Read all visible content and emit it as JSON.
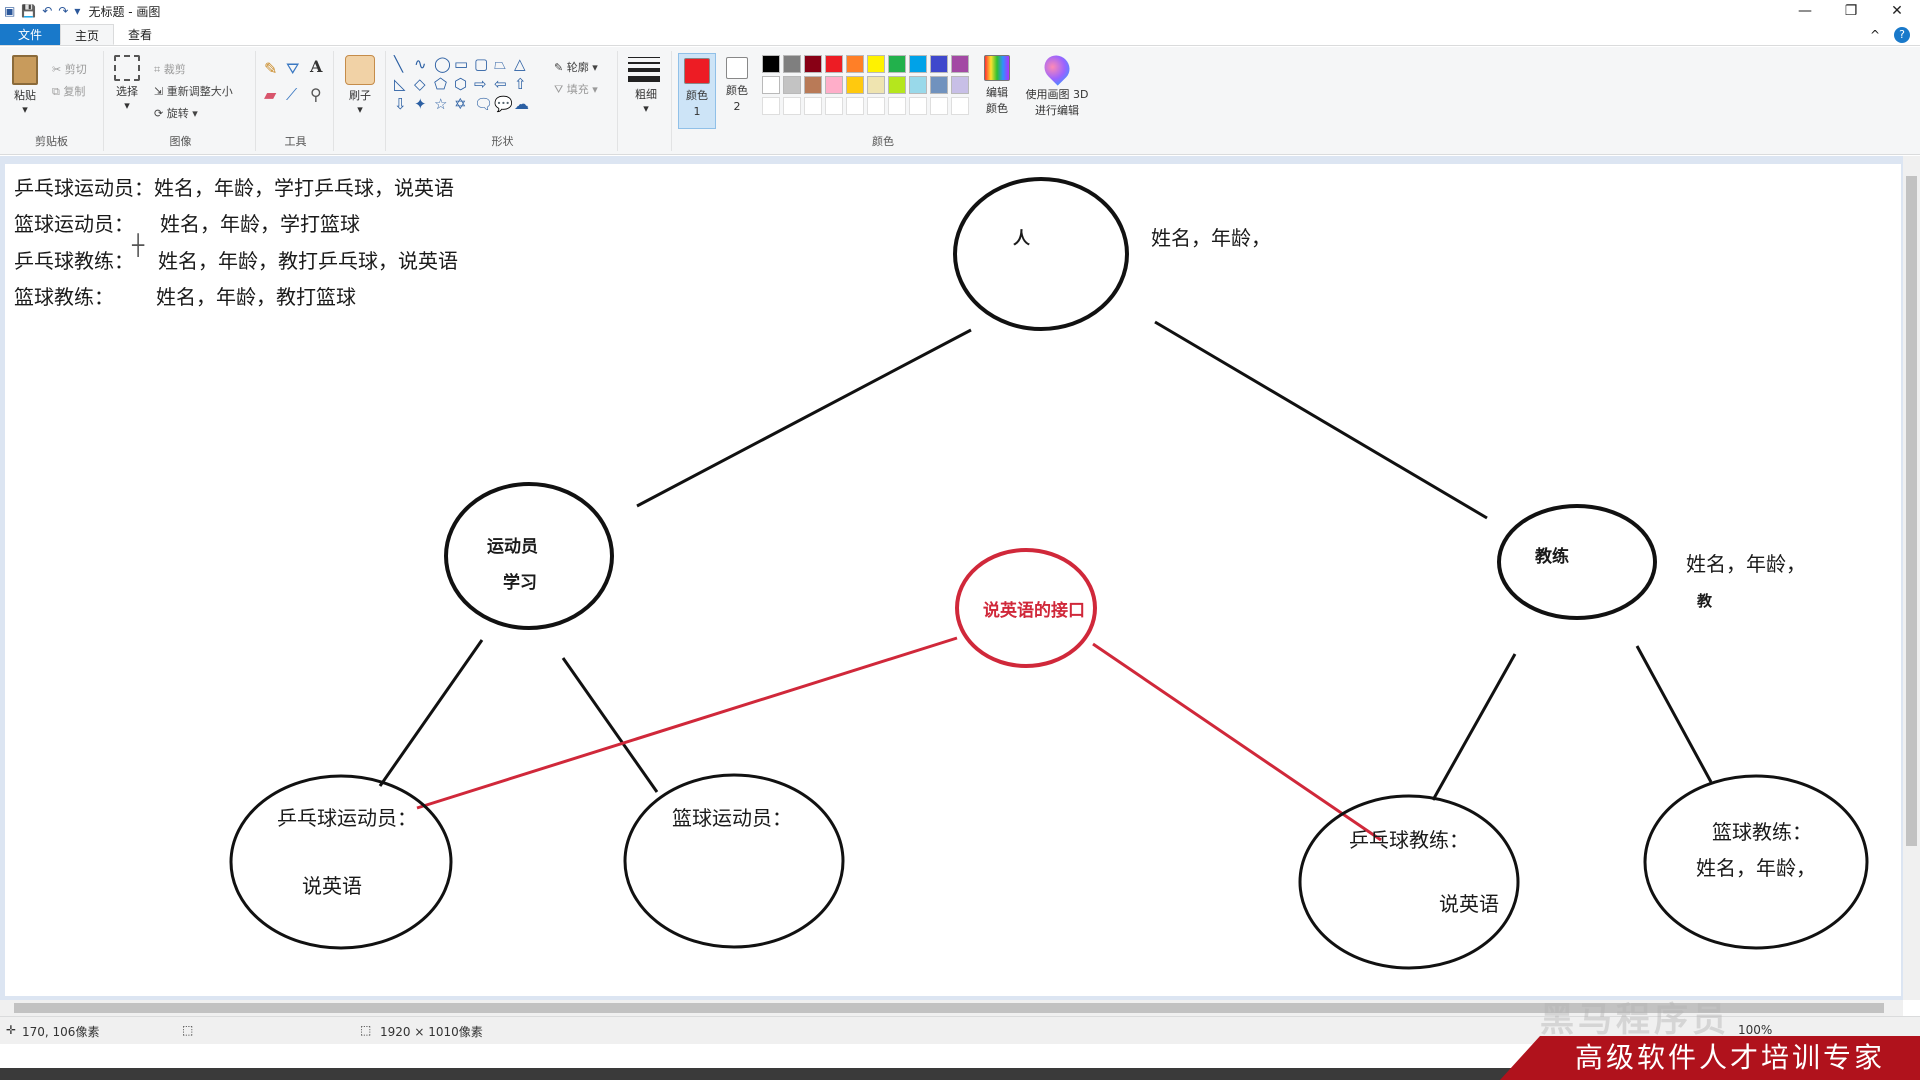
{
  "window": {
    "title": "无标题 - 画图",
    "minimize": "—",
    "maximize": "❐",
    "close": "✕"
  },
  "tabs": {
    "file": "文件",
    "home": "主页",
    "view": "查看",
    "help": "?",
    "collapse": "^"
  },
  "ribbon": {
    "clipboard": {
      "label": "剪贴板",
      "paste": "粘贴",
      "cut": "剪切",
      "copy": "复制"
    },
    "image": {
      "label": "图像",
      "select": "选择",
      "crop": "裁剪",
      "resize": "重新调整大小",
      "rotate": "旋转"
    },
    "tools": {
      "label": "工具"
    },
    "brush": {
      "label": "刷子"
    },
    "shapes": {
      "label": "形状",
      "outline": "轮廓",
      "fill": "填充"
    },
    "size": {
      "label": "粗细"
    },
    "colors": {
      "label": "颜色",
      "color1": "颜色 1",
      "color2": "颜色 2",
      "edit": "编辑颜色",
      "paint3d": "使用画图 3D 进行编辑",
      "primary": "#ed1c24",
      "secondary": "#ffffff",
      "palette_row1": [
        "#000000",
        "#7f7f7f",
        "#880015",
        "#ed1c24",
        "#ff7f27",
        "#fff200",
        "#22b14c",
        "#00a2e8",
        "#3f48cc",
        "#a349a4"
      ],
      "palette_row2": [
        "#ffffff",
        "#c3c3c3",
        "#b97a57",
        "#ffaec9",
        "#ffc90e",
        "#efe4b0",
        "#b5e61d",
        "#99d9ea",
        "#7092be",
        "#c8bfe7"
      ]
    }
  },
  "canvas_text": {
    "line1": "乒乓球运动员：姓名，年龄，学打乒乓球，说英语",
    "line2a": "篮球运动员：",
    "line2b": "姓名，年龄，学打篮球",
    "line3a": "乒乓球教练：",
    "line3b": "姓名，年龄，教打乒乓球，说英语",
    "line4a": "篮球教练：",
    "line4b": "姓名，年龄，教打篮球",
    "person": "人",
    "person_attr": "姓名，年龄，",
    "athlete": "运动员",
    "athlete_sub": "学习",
    "coach": "教练",
    "coach_attr": "姓名，年龄，",
    "coach_sub": "教",
    "interface": "说英语的接口",
    "pp_athlete": "乒乓球运动员：",
    "pp_athlete_sub": "说英语",
    "bb_athlete": "篮球运动员：",
    "pp_coach": "乒乓球教练：",
    "pp_coach_sub": "说英语",
    "bb_coach": "篮球教练：",
    "bb_coach_sub": "姓名，年龄，"
  },
  "status": {
    "cursor_pos": "170, 106像素",
    "canvas_size": "1920 × 1010像素",
    "zoom": "100%"
  },
  "branding": {
    "banner": "高级软件人才培训专家",
    "watermark": "黑马程序员"
  }
}
